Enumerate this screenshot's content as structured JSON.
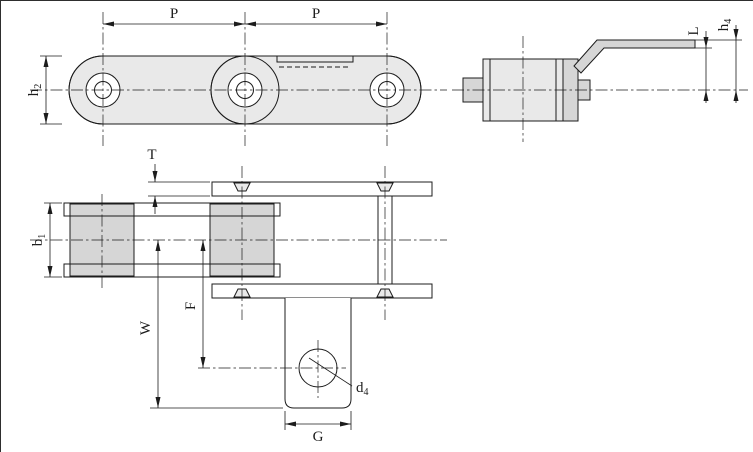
{
  "drawing": {
    "kind": "roller-chain-bent-attachment-dimension-drawing",
    "dims": {
      "p1": "P",
      "p2": "P",
      "h2b": "h",
      "h2s": "2",
      "h4b": "h",
      "h4s": "4",
      "L": "L",
      "T": "T",
      "b1b": "b",
      "b1s": "1",
      "W": "W",
      "F": "F",
      "d4b": "d",
      "d4s": "4",
      "G": "G"
    },
    "colors": {
      "line": "#1c1c1c",
      "part_gray": "#d6d6d6",
      "part_light": "#e9e9e9",
      "background": "#ffffff"
    }
  }
}
